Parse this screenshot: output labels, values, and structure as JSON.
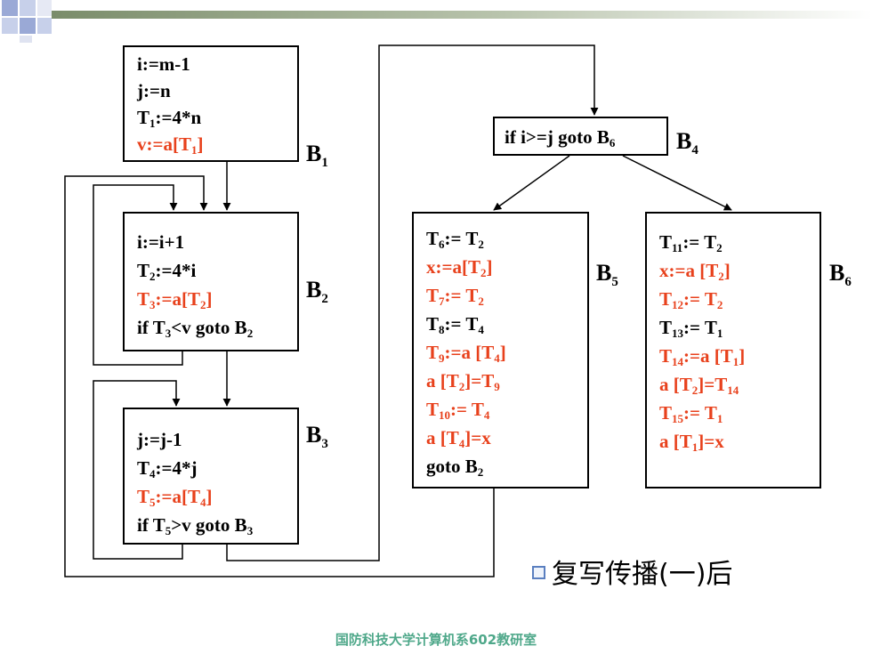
{
  "slide": {
    "caption": "复写传播(一)后",
    "footer": "国防科技大学计算机系602教研室"
  },
  "colors": {
    "red_text": "#e8411c",
    "footer_text": "#4fa88a",
    "bar_start": "#7a8c6a",
    "accent_blue": "#5a7fc0"
  },
  "blocks": {
    "B1": {
      "label": "B",
      "label_sub": "1",
      "lines": [
        {
          "red": false,
          "parts": [
            {
              "t": "i:=m-1"
            }
          ]
        },
        {
          "red": false,
          "parts": [
            {
              "t": "j:=n"
            }
          ]
        },
        {
          "red": false,
          "parts": [
            {
              "t": "T"
            },
            {
              "s": "1"
            },
            {
              "t": ":=4*n"
            }
          ]
        },
        {
          "red": true,
          "parts": [
            {
              "t": "v:=a[T"
            },
            {
              "s": "1"
            },
            {
              "t": "]"
            }
          ]
        }
      ]
    },
    "B2": {
      "label": "B",
      "label_sub": "2",
      "lines": [
        {
          "red": false,
          "parts": [
            {
              "t": "i:=i+1"
            }
          ]
        },
        {
          "red": false,
          "parts": [
            {
              "t": "T"
            },
            {
              "s": "2"
            },
            {
              "t": ":=4*i"
            }
          ]
        },
        {
          "red": true,
          "parts": [
            {
              "t": "T"
            },
            {
              "s": "3"
            },
            {
              "t": ":=a[T"
            },
            {
              "s": "2"
            },
            {
              "t": "]"
            }
          ]
        },
        {
          "red": false,
          "parts": [
            {
              "t": "if T"
            },
            {
              "s": "3"
            },
            {
              "t": "<v goto B"
            },
            {
              "s": "2"
            }
          ]
        }
      ]
    },
    "B3": {
      "label": "B",
      "label_sub": "3",
      "lines": [
        {
          "red": false,
          "parts": [
            {
              "t": "j:=j-1"
            }
          ]
        },
        {
          "red": false,
          "parts": [
            {
              "t": "T"
            },
            {
              "s": "4"
            },
            {
              "t": ":=4*j"
            }
          ]
        },
        {
          "red": true,
          "parts": [
            {
              "t": "T"
            },
            {
              "s": "5"
            },
            {
              "t": ":=a[T"
            },
            {
              "s": "4"
            },
            {
              "t": "]"
            }
          ]
        },
        {
          "red": false,
          "parts": [
            {
              "t": "if T"
            },
            {
              "s": "5"
            },
            {
              "t": ">v goto B"
            },
            {
              "s": "3"
            }
          ]
        }
      ]
    },
    "B4": {
      "label": "B",
      "label_sub": "4",
      "lines": [
        {
          "red": false,
          "parts": [
            {
              "t": "if i>=j goto B"
            },
            {
              "s": "6"
            }
          ]
        }
      ]
    },
    "B5": {
      "label": "B",
      "label_sub": "5",
      "lines": [
        {
          "red": false,
          "parts": [
            {
              "t": "T"
            },
            {
              "s": "6"
            },
            {
              "t": ":= T"
            },
            {
              "s": "2"
            }
          ]
        },
        {
          "red": true,
          "parts": [
            {
              "t": "x:=a[T"
            },
            {
              "s": "2"
            },
            {
              "t": "]"
            }
          ]
        },
        {
          "red": true,
          "parts": [
            {
              "t": "T"
            },
            {
              "s": "7"
            },
            {
              "t": ":= T"
            },
            {
              "s": "2"
            }
          ]
        },
        {
          "red": false,
          "parts": [
            {
              "t": "T"
            },
            {
              "s": "8"
            },
            {
              "t": ":= T"
            },
            {
              "s": "4"
            }
          ]
        },
        {
          "red": true,
          "parts": [
            {
              "t": "T"
            },
            {
              "s": "9"
            },
            {
              "t": ":=a [T"
            },
            {
              "s": "4"
            },
            {
              "t": "]"
            }
          ]
        },
        {
          "red": true,
          "parts": [
            {
              "t": "a [T"
            },
            {
              "s": "2"
            },
            {
              "t": "]=T"
            },
            {
              "s": "9"
            }
          ]
        },
        {
          "red": true,
          "parts": [
            {
              "t": "T"
            },
            {
              "s": "10"
            },
            {
              "t": ":= T"
            },
            {
              "s": "4"
            }
          ]
        },
        {
          "red": true,
          "parts": [
            {
              "t": "a [T"
            },
            {
              "s": "4"
            },
            {
              "t": "]=x"
            }
          ]
        },
        {
          "red": false,
          "parts": [
            {
              "t": "goto B"
            },
            {
              "s": "2"
            }
          ]
        }
      ]
    },
    "B6": {
      "label": "B",
      "label_sub": "6",
      "lines": [
        {
          "red": false,
          "parts": [
            {
              "t": "T"
            },
            {
              "s": "11"
            },
            {
              "t": ":= T"
            },
            {
              "s": "2"
            }
          ]
        },
        {
          "red": true,
          "parts": [
            {
              "t": "x:=a [T"
            },
            {
              "s": "2"
            },
            {
              "t": "]"
            }
          ]
        },
        {
          "red": true,
          "parts": [
            {
              "t": "T"
            },
            {
              "s": "12"
            },
            {
              "t": ":= T"
            },
            {
              "s": "2"
            }
          ]
        },
        {
          "red": false,
          "parts": [
            {
              "t": "T"
            },
            {
              "s": "13"
            },
            {
              "t": ":= T"
            },
            {
              "s": "1"
            }
          ]
        },
        {
          "red": true,
          "parts": [
            {
              "t": "T"
            },
            {
              "s": "14"
            },
            {
              "t": ":=a [T"
            },
            {
              "s": "1"
            },
            {
              "t": "]"
            }
          ]
        },
        {
          "red": true,
          "parts": [
            {
              "t": "a [T"
            },
            {
              "s": "2"
            },
            {
              "t": "]=T"
            },
            {
              "s": "14"
            }
          ]
        },
        {
          "red": true,
          "parts": [
            {
              "t": "T"
            },
            {
              "s": "15"
            },
            {
              "t": ":= T"
            },
            {
              "s": "1"
            }
          ]
        },
        {
          "red": true,
          "parts": [
            {
              "t": "a [T"
            },
            {
              "s": "1"
            },
            {
              "t": "]=x"
            }
          ]
        }
      ]
    }
  }
}
